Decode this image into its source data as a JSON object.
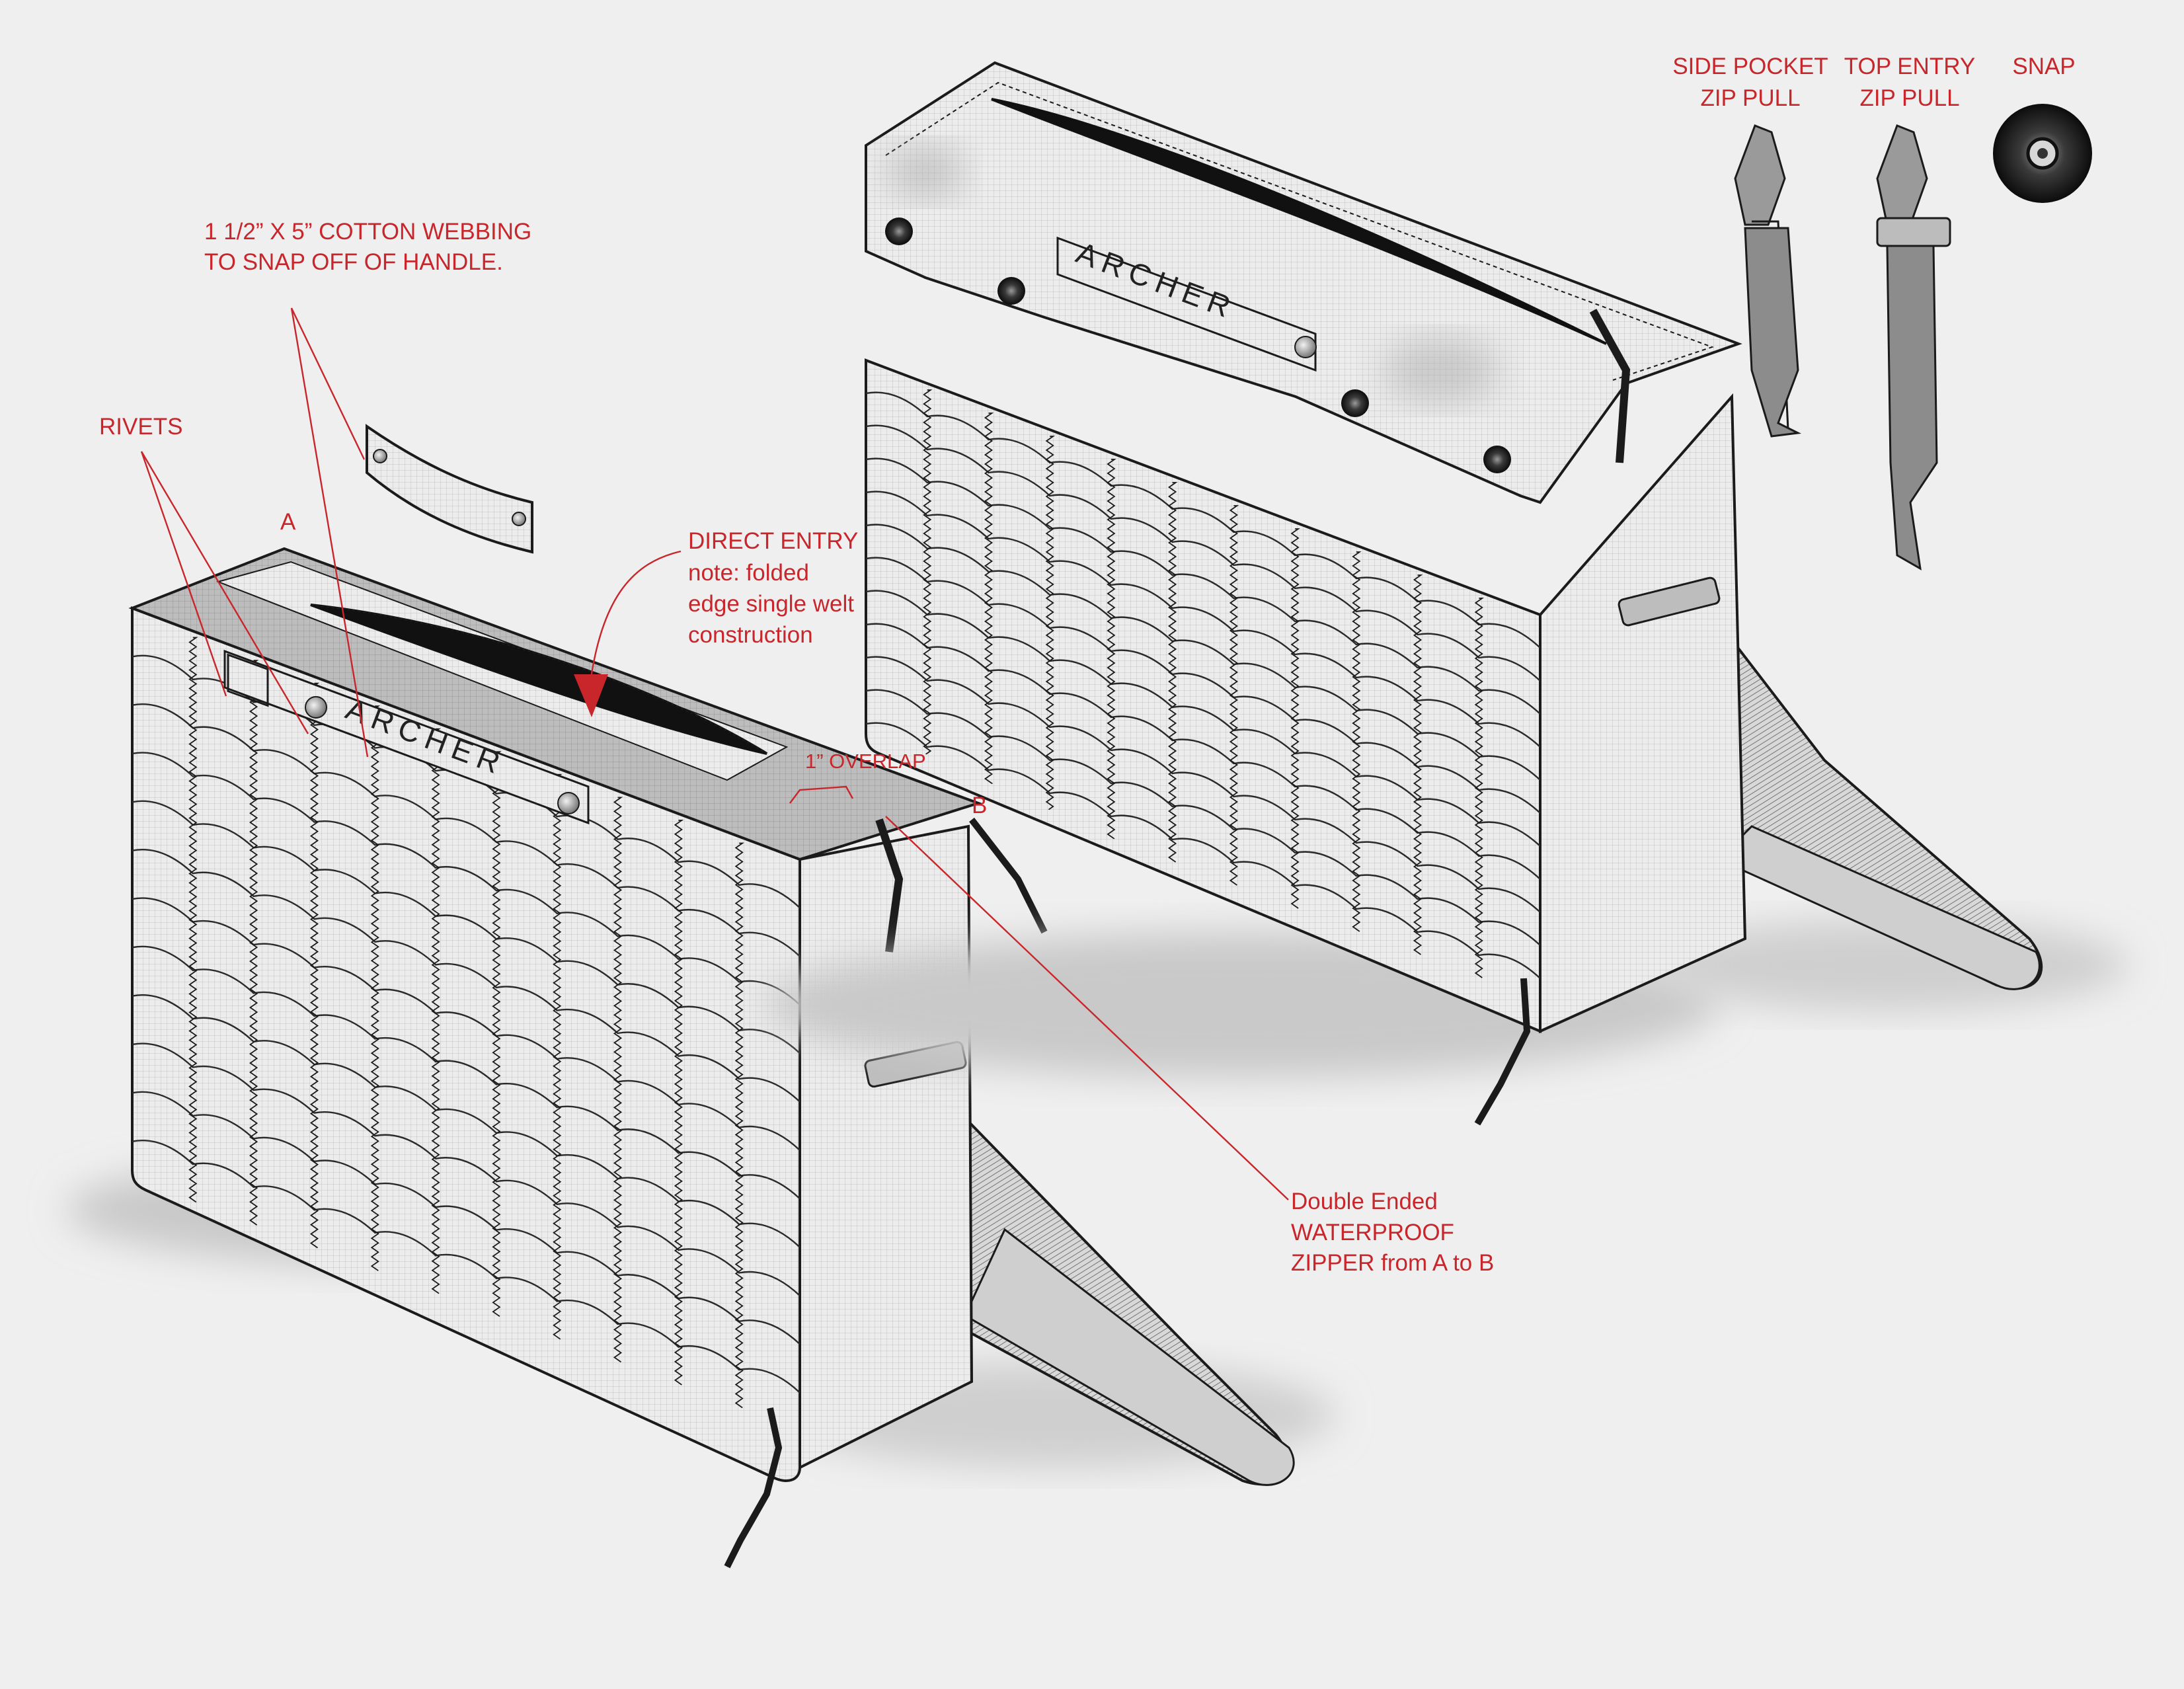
{
  "labels": {
    "webbing_line1": "1  1/2” X 5”  COTTON WEBBING",
    "webbing_line2": "TO SNAP OFF  OF HANDLE.",
    "rivets": "RIVETS",
    "point_a": "A",
    "point_b": "B",
    "direct_entry_1": "DIRECT ENTRY",
    "direct_entry_2": "note: folded",
    "direct_entry_3": "edge single welt",
    "direct_entry_4": "construction",
    "overlap": "1” OVERLAP",
    "zipper_1": "Double Ended",
    "zipper_2": "WATERPROOF",
    "zipper_3": "ZIPPER from A to B",
    "side_pocket_1": "SIDE POCKET",
    "side_pocket_2": "ZIP PULL",
    "top_entry_1": "TOP ENTRY",
    "top_entry_2": "ZIP PULL",
    "snap": "SNAP"
  },
  "brand": {
    "name": "ARCHER"
  },
  "colors": {
    "annotation": "#c8262b",
    "ink": "#1b1b1b",
    "fabric": "#e9e9e9",
    "background": "#efefef"
  }
}
